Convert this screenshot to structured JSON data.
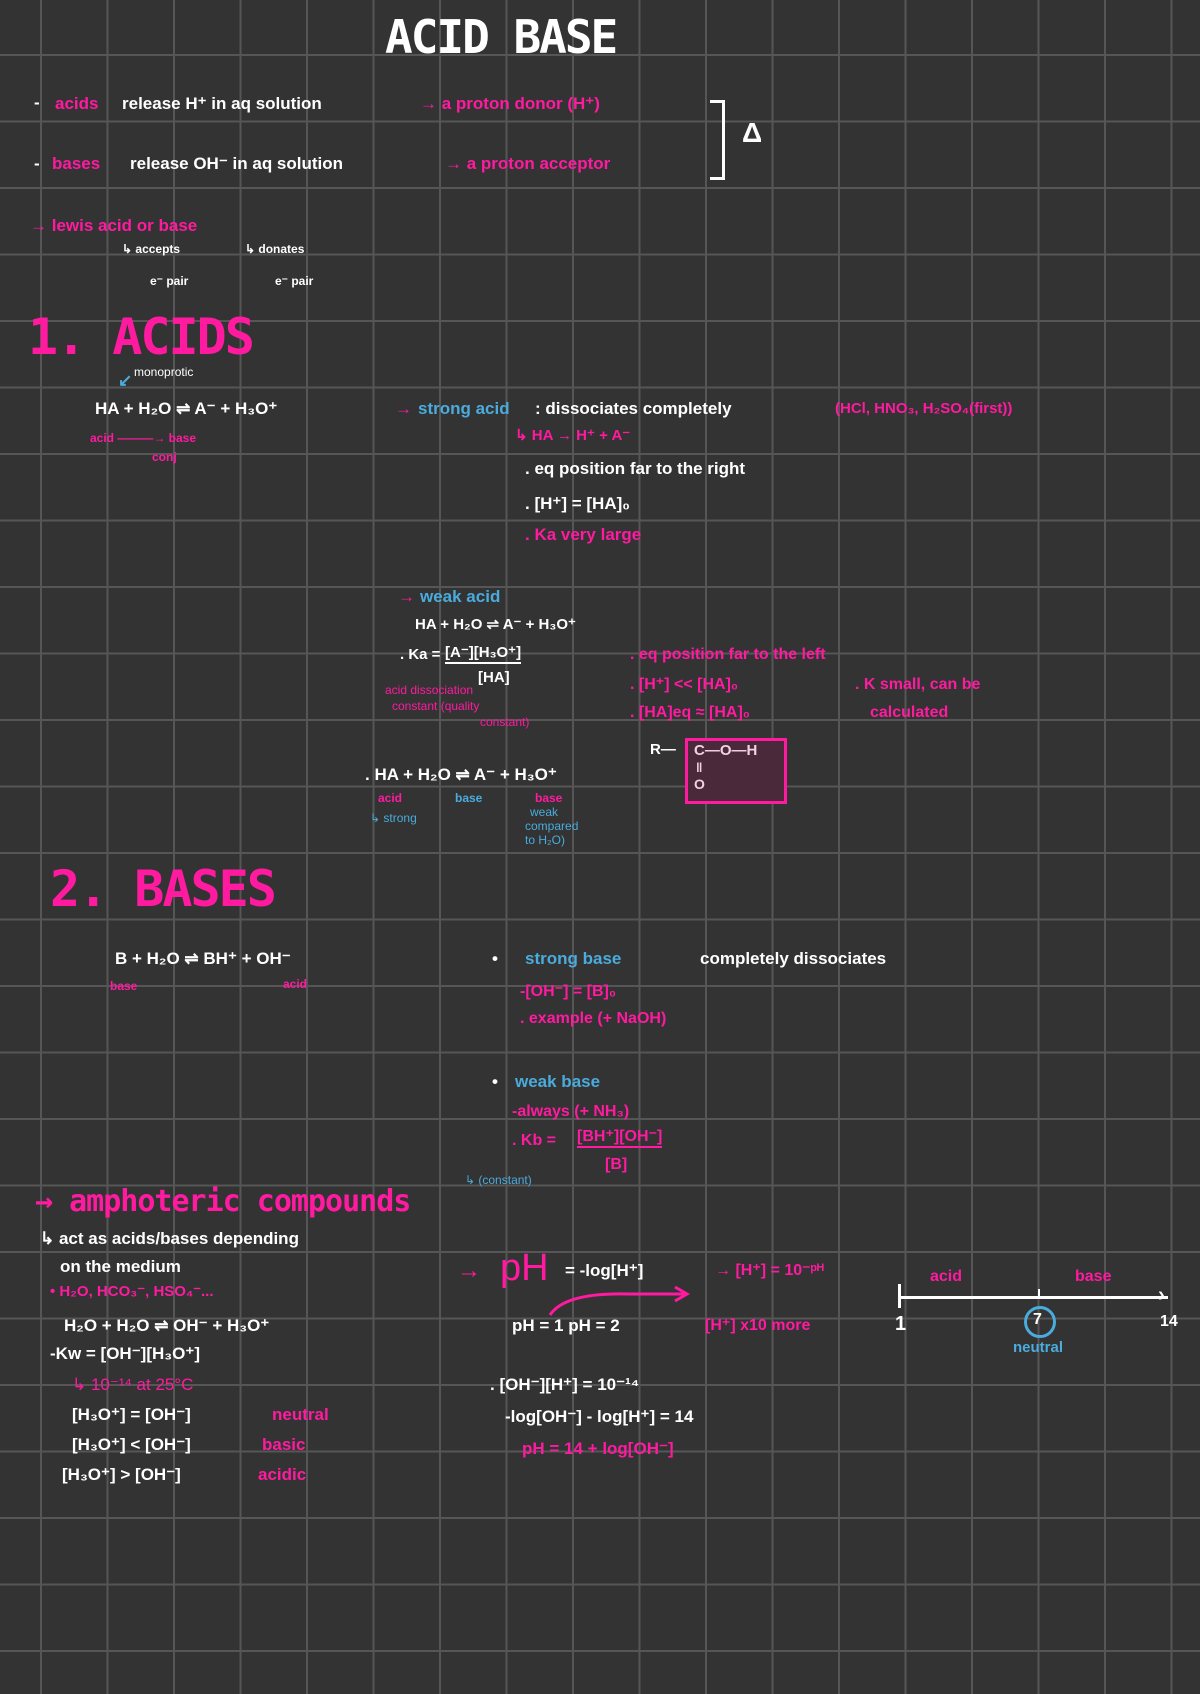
{
  "title": "ACID BASE",
  "colors": {
    "background": "#333333",
    "grid": "#565656",
    "pink": "#ff1aa0",
    "blue": "#4aabdc",
    "white": "#ffffff"
  },
  "intro": {
    "acids_dash": "-",
    "acids_term": "acids",
    "acids_def": "release H⁺ in aq solution",
    "acids_arrow": "→ a proton donor (H⁺)",
    "bases_dash": "-",
    "bases_term": "bases",
    "bases_def": "release OH⁻ in aq solution",
    "bases_arrow": "→ a proton acceptor",
    "bracket_symbol": "Δ",
    "lewis": "→ lewis acid or base",
    "lewis_acid_1": "↳ accepts",
    "lewis_acid_2": "e⁻ pair",
    "lewis_base_1": "↳ donates",
    "lewis_base_2": "e⁻ pair"
  },
  "acids": {
    "heading": "1. ACIDS",
    "monoprotic": "monoprotic",
    "eq": "HA + H₂O ⇌ A⁻ + H₃O⁺",
    "acid_base": "acid ———→ base",
    "conj": "conj",
    "strong": {
      "arrow": "→",
      "label": "strong acid",
      "desc": ": dissociates completely",
      "examples": "(HCl, HNO₃, H₂SO₄(first))",
      "reaction": "↳ HA → H⁺ + A⁻",
      "points": [
        ". eq position far to the right",
        ". [H⁺] = [HA]₀",
        ". Ka very large"
      ]
    },
    "weak": {
      "arrow": "→",
      "label": "weak acid",
      "eq": "HA + H₂O ⇌ A⁻ + H₃O⁺",
      "ka_lhs": ". Ka =",
      "ka_num": "[A⁻][H₃O⁺]",
      "ka_den": "[HA]",
      "ka_note_1": "acid dissociation",
      "ka_note_2": "constant (quality",
      "ka_note_3": "constant)",
      "points": [
        ". eq position far to the left",
        ". [H⁺] << [HA]₀",
        ". [HA]eq ≈ [HA]₀"
      ],
      "side_1": ". K small, can be",
      "side_2": "calculated"
    },
    "structure": {
      "r": "R—",
      "c": "C—O—H",
      "dbl": "‖",
      "o": "O"
    },
    "conj_eq": ". HA + H₂O ⇌ A⁻ + H₃O⁺",
    "conj_labels": {
      "acid": "acid",
      "water_base": "base",
      "conj_base": "base",
      "strong": "↳ strong",
      "weak_1": "weak",
      "weak_2": "compared",
      "weak_3": "to H₂O)"
    }
  },
  "bases": {
    "heading": "2. BASES",
    "eq": "B + H₂O ⇌ BH⁺ + OH⁻",
    "base_label": "base",
    "conj_acid_label": "acid",
    "strong": {
      "bullet": "•",
      "label": "strong base",
      "desc": "completely dissociates",
      "points": [
        "-[OH⁻] = [B]₀",
        ". example (+ NaOH)"
      ]
    },
    "weak": {
      "bullet": "•",
      "label": "weak base",
      "points": [
        "-always (+ NH₃)"
      ],
      "kb_lhs": ". Kb =",
      "kb_num": "[BH⁺][OH⁻]",
      "kb_den": "[B]",
      "constant": "↳ (constant)"
    }
  },
  "amphoteric": {
    "heading": "→ amphoteric compounds",
    "lines": [
      "↳ act as acids/bases depending",
      "on the medium"
    ],
    "examples": "• H₂O, HCO₃⁻, HSO₄⁻...",
    "eq": "H₂O + H₂O ⇌ OH⁻ + H₃O⁺",
    "kw": "-Kw = [OH⁻][H₃O⁺]",
    "kw_value": "↳ 10⁻¹⁴ at 25°C",
    "cases": [
      {
        "expr": "[H₃O⁺] = [OH⁻]",
        "label": "neutral"
      },
      {
        "expr": "[H₃O⁺] < [OH⁻]",
        "label": "basic"
      },
      {
        "expr": "[H₃O⁺] > [OH⁻]",
        "label": "acidic"
      }
    ]
  },
  "ph": {
    "arrow": "→",
    "label": "pH",
    "def": "= -log[H⁺]",
    "result": "→ [H⁺] = 10⁻ᵖᴴ",
    "compare": "pH = 1   pH = 2",
    "compare_note": "[H⁺] x10 more",
    "scale": {
      "acid": "acid",
      "base": "base",
      "min": "1",
      "neutral_value": "7",
      "max": "14",
      "neutral": "neutral"
    },
    "rel": [
      ". [OH⁻][H⁺] = 10⁻¹⁴",
      "-log[OH⁻] - log[H⁺] = 14"
    ],
    "final": "pH = 14 + log[OH⁻]"
  }
}
